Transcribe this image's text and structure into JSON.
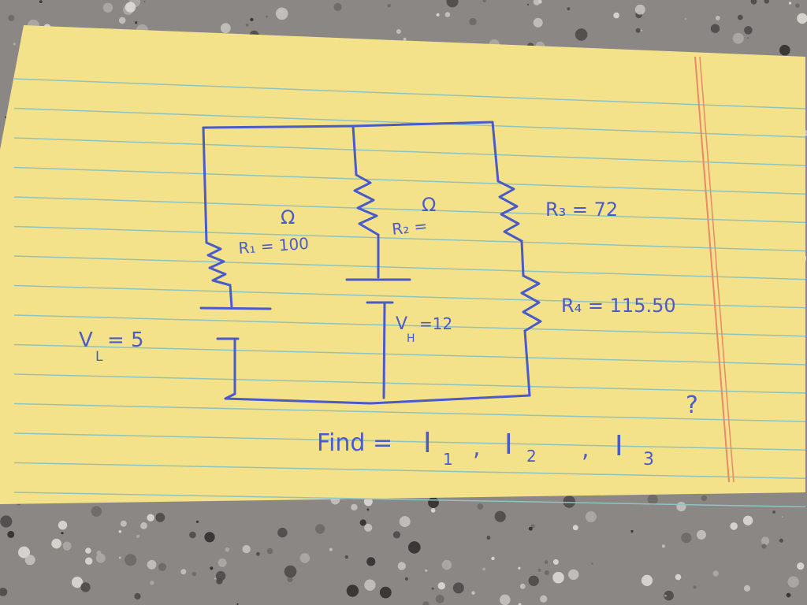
{
  "notecard": {
    "paper_color": "#f3e28a",
    "ink_color": "#4a5bc9",
    "rule_color": "#8fc3c0",
    "margin_color": "#e8896a"
  },
  "labels": {
    "r1_unit": "Ω",
    "r1": "R₁ = 100",
    "r2_unit": "Ω",
    "r2": "R₂ =",
    "r3": "R₃ = 72",
    "r4": "R₄ = 115.50",
    "vl": "V",
    "vl_sub": "L",
    "vl_val": "= 5",
    "vh": "V",
    "vh_sub": "H",
    "vh_val": "=12"
  },
  "question": {
    "find": "Find =",
    "i1": "I",
    "i1_sub": "1",
    "i2": "I",
    "i2_sub": "2",
    "i3": "I",
    "i3_sub": "3",
    "mark": "?"
  }
}
